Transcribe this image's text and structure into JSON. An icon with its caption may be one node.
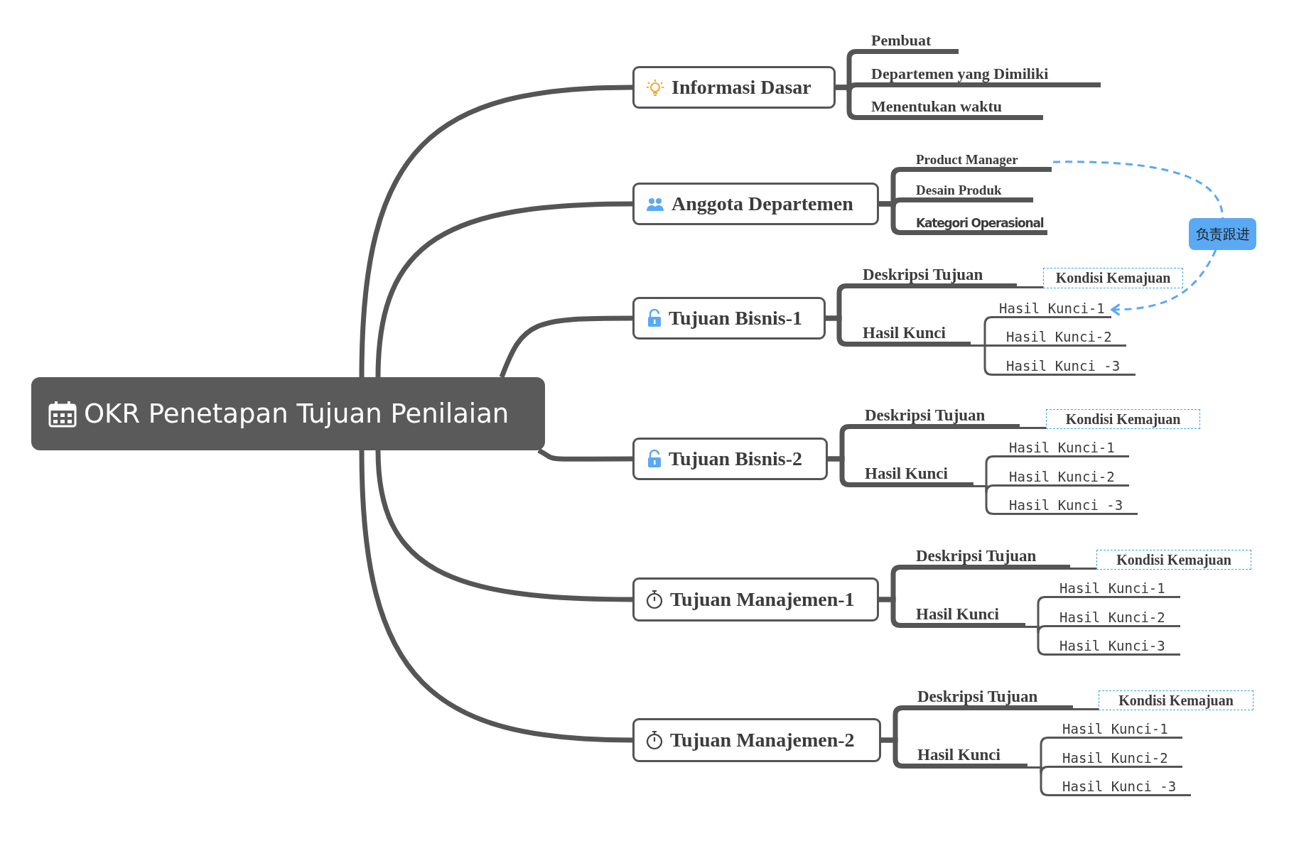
{
  "diagram": {
    "nodes": [
      {
        "text": [
          "OKR Penetapan Tujuan Penilaian"
        ]
      },
      {
        "text": [
          "Informasi Dasar"
        ]
      },
      {
        "text": [
          "Pembuat"
        ]
      },
      {
        "text": [
          "Departemen yang Dimiliki"
        ]
      },
      {
        "text": [
          "Menentukan waktu"
        ]
      },
      {
        "text": [
          "Anggota Departemen"
        ]
      },
      {
        "text": [
          "Product Manager"
        ]
      },
      {
        "text": [
          "Desain Produk"
        ]
      },
      {
        "text": [
          "Kategori Operasional"
        ]
      },
      {
        "text": [
          "负责跟进"
        ]
      },
      {
        "text": [
          "Tujuan Bisnis-1"
        ]
      },
      {
        "text": [
          "Deskripsi Tujuan"
        ]
      },
      {
        "text": [
          "Kondisi Kemajuan"
        ]
      },
      {
        "text": [
          "Hasil Kunci"
        ]
      },
      {
        "text": [
          "Hasil Kunci-1"
        ]
      },
      {
        "text": [
          "Hasil Kunci-2"
        ]
      },
      {
        "text": [
          "Hasil Kunci -3"
        ]
      },
      {
        "text": [
          "Tujuan Bisnis-2"
        ]
      },
      {
        "text": [
          "Deskripsi Tujuan"
        ]
      },
      {
        "text": [
          "Kondisi Kemajuan"
        ]
      },
      {
        "text": [
          "Hasil Kunci"
        ]
      },
      {
        "text": [
          "Hasil Kunci-1"
        ]
      },
      {
        "text": [
          "Hasil Kunci-2"
        ]
      },
      {
        "text": [
          "Hasil Kunci -3"
        ]
      },
      {
        "text": [
          "Tujuan Manajemen-1"
        ]
      },
      {
        "text": [
          "Deskripsi Tujuan"
        ]
      },
      {
        "text": [
          "Kondisi Kemajuan"
        ]
      },
      {
        "text": [
          "Hasil Kunci"
        ]
      },
      {
        "text": [
          "Hasil Kunci-1"
        ]
      },
      {
        "text": [
          "Hasil Kunci-2"
        ]
      },
      {
        "text": [
          "Hasil Kunci-3"
        ]
      },
      {
        "text": [
          "Tujuan Manajemen-2"
        ]
      },
      {
        "text": [
          "Deskripsi Tujuan"
        ]
      },
      {
        "text": [
          "Kondisi Kemajuan"
        ]
      },
      {
        "text": [
          "Hasil Kunci"
        ]
      },
      {
        "text": [
          "Hasil Kunci-1"
        ]
      },
      {
        "text": [
          "Hasil Kunci-2"
        ]
      },
      {
        "text": [
          "Hasil Kunci -3"
        ]
      }
    ],
    "edges": [
      {
        "from": 0,
        "to": 1,
        "arrow": "none"
      },
      {
        "from": 0,
        "to": 5,
        "arrow": "none"
      },
      {
        "from": 0,
        "to": 10,
        "arrow": "none"
      },
      {
        "from": 0,
        "to": 17,
        "arrow": "none"
      },
      {
        "from": 0,
        "to": 24,
        "arrow": "none"
      },
      {
        "from": 0,
        "to": 31,
        "arrow": "none"
      },
      {
        "from": 1,
        "to": 2,
        "arrow": "none"
      },
      {
        "from": 1,
        "to": 3,
        "arrow": "none"
      },
      {
        "from": 1,
        "to": 4,
        "arrow": "none"
      },
      {
        "from": 5,
        "to": 6,
        "arrow": "none"
      },
      {
        "from": 5,
        "to": 7,
        "arrow": "none"
      },
      {
        "from": 5,
        "to": 8,
        "arrow": "none"
      },
      {
        "from": 6,
        "to": 9,
        "arrow": "none",
        "style": "dashed",
        "color": "#5aa9f5"
      },
      {
        "from": 9,
        "to": 14,
        "arrow": "to",
        "style": "dashed",
        "color": "#5aa9f5"
      },
      {
        "from": 10,
        "to": 11,
        "arrow": "none"
      },
      {
        "from": 11,
        "to": 12,
        "arrow": "none"
      },
      {
        "from": 10,
        "to": 13,
        "arrow": "none"
      },
      {
        "from": 13,
        "to": 14,
        "arrow": "none"
      },
      {
        "from": 13,
        "to": 15,
        "arrow": "none"
      },
      {
        "from": 13,
        "to": 16,
        "arrow": "none"
      },
      {
        "from": 17,
        "to": 18,
        "arrow": "none"
      },
      {
        "from": 18,
        "to": 19,
        "arrow": "none"
      },
      {
        "from": 17,
        "to": 20,
        "arrow": "none"
      },
      {
        "from": 20,
        "to": 21,
        "arrow": "none"
      },
      {
        "from": 20,
        "to": 22,
        "arrow": "none"
      },
      {
        "from": 20,
        "to": 23,
        "arrow": "none"
      },
      {
        "from": 24,
        "to": 25,
        "arrow": "none"
      },
      {
        "from": 25,
        "to": 26,
        "arrow": "none"
      },
      {
        "from": 24,
        "to": 27,
        "arrow": "none"
      },
      {
        "from": 27,
        "to": 28,
        "arrow": "none"
      },
      {
        "from": 27,
        "to": 29,
        "arrow": "none"
      },
      {
        "from": 27,
        "to": 30,
        "arrow": "none"
      },
      {
        "from": 31,
        "to": 32,
        "arrow": "none"
      },
      {
        "from": 32,
        "to": 33,
        "arrow": "none"
      },
      {
        "from": 31,
        "to": 34,
        "arrow": "none"
      },
      {
        "from": 34,
        "to": 35,
        "arrow": "none"
      },
      {
        "from": 34,
        "to": 36,
        "arrow": "none"
      },
      {
        "from": 34,
        "to": 37,
        "arrow": "none"
      }
    ]
  }
}
